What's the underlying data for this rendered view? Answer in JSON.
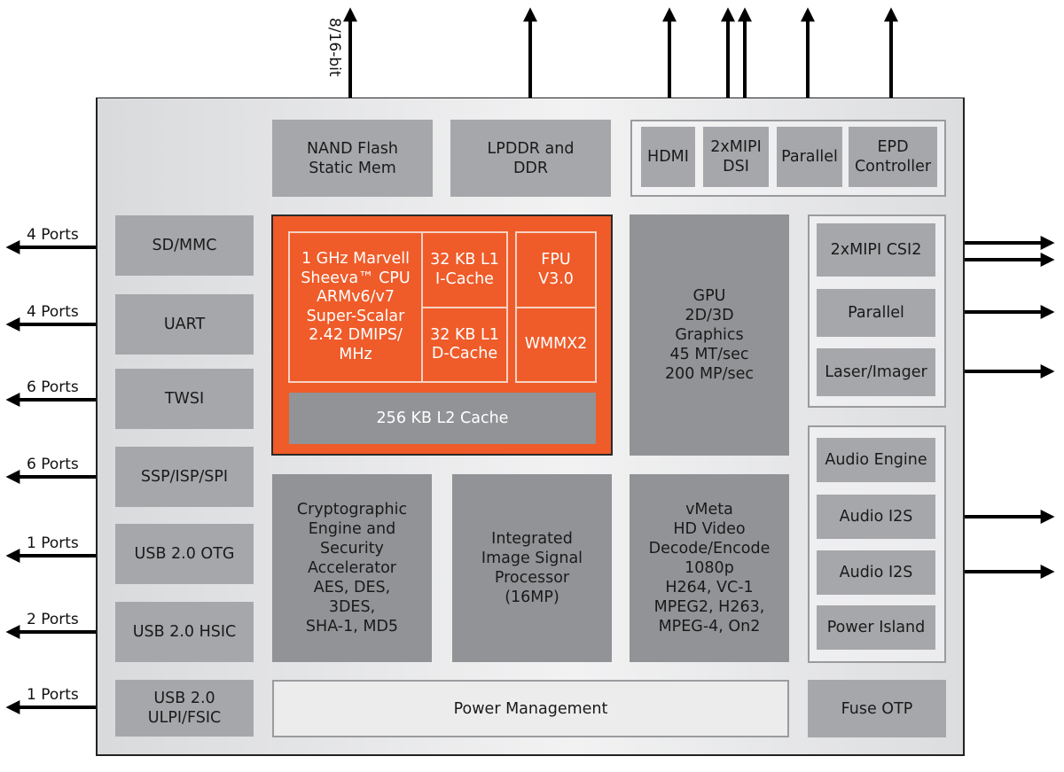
{
  "diagram": {
    "top_bus_label": "8/16-bit",
    "top_blocks": {
      "nand": "NAND Flash\nStatic Mem",
      "lpddr": "LPDDR and\nDDR"
    },
    "display_group": [
      {
        "id": "hdmi",
        "label": "HDMI"
      },
      {
        "id": "mipi-dsi",
        "label": "2xMIPI\nDSI"
      },
      {
        "id": "parallel-display",
        "label": "Parallel"
      },
      {
        "id": "epd",
        "label": "EPD\nController"
      }
    ],
    "left_interfaces": [
      {
        "label": "SD/MMC",
        "ports": "4 Ports"
      },
      {
        "label": "UART",
        "ports": "4 Ports"
      },
      {
        "label": "TWSI",
        "ports": "6 Ports"
      },
      {
        "label": "SSP/ISP/SPI",
        "ports": "6 Ports"
      },
      {
        "label": "USB 2.0 OTG",
        "ports": "1 Ports"
      },
      {
        "label": "USB 2.0 HSIC",
        "ports": "2 Ports"
      },
      {
        "label": "USB 2.0\nULPI/FSIC",
        "ports": "1 Ports"
      }
    ],
    "cpu": {
      "core": "1 GHz Marvell\nSheeva™ CPU\nARMv6/v7\nSuper-Scalar\n2.42 DMIPS/\nMHz",
      "icache": "32 KB L1\nI-Cache",
      "dcache": "32 KB L1\nD-Cache",
      "fpu": "FPU\nV3.0",
      "wmmx": "WMMX2",
      "l2": "256 KB L2 Cache",
      "accent_color": "#ef5b29"
    },
    "gpu": "GPU\n2D/3D\nGraphics\n45 MT/sec\n200 MP/sec",
    "camera_group": [
      "2xMIPI CSI2",
      "Parallel",
      "Laser/Imager"
    ],
    "audio_group": [
      "Audio Engine",
      "Audio I2S",
      "Audio I2S",
      "Power Island"
    ],
    "crypto": "Cryptographic\nEngine and\nSecurity\nAccelerator\nAES, DES,\n3DES,\nSHA-1, MD5",
    "isp": "Integrated\nImage Signal\nProcessor\n(16MP)",
    "vmeta": "vMeta\nHD Video\nDecode/Encode\n1080p\nH264, VC-1\nMPEG2, H263,\nMPEG-4, On2",
    "power_management": "Power Management",
    "fuse": "Fuse OTP"
  }
}
